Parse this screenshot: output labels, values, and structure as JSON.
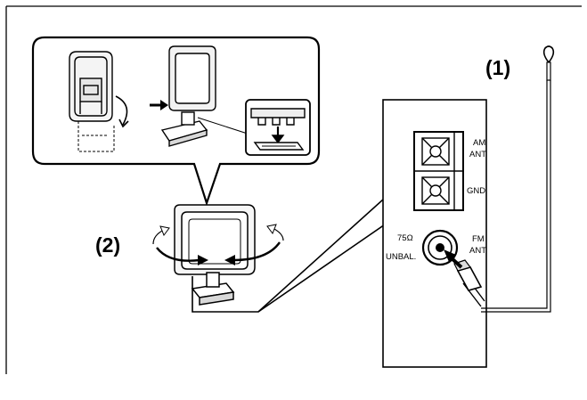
{
  "callouts": {
    "fm_antenna": "(1)",
    "am_antenna": "(2)"
  },
  "panel": {
    "am_terminal": [
      "AM",
      "ANT"
    ],
    "gnd_terminal": "GND",
    "fm_jack": [
      "FM",
      "ANT"
    ],
    "fm_impedance": [
      "75Ω",
      "UNBAL."
    ]
  }
}
